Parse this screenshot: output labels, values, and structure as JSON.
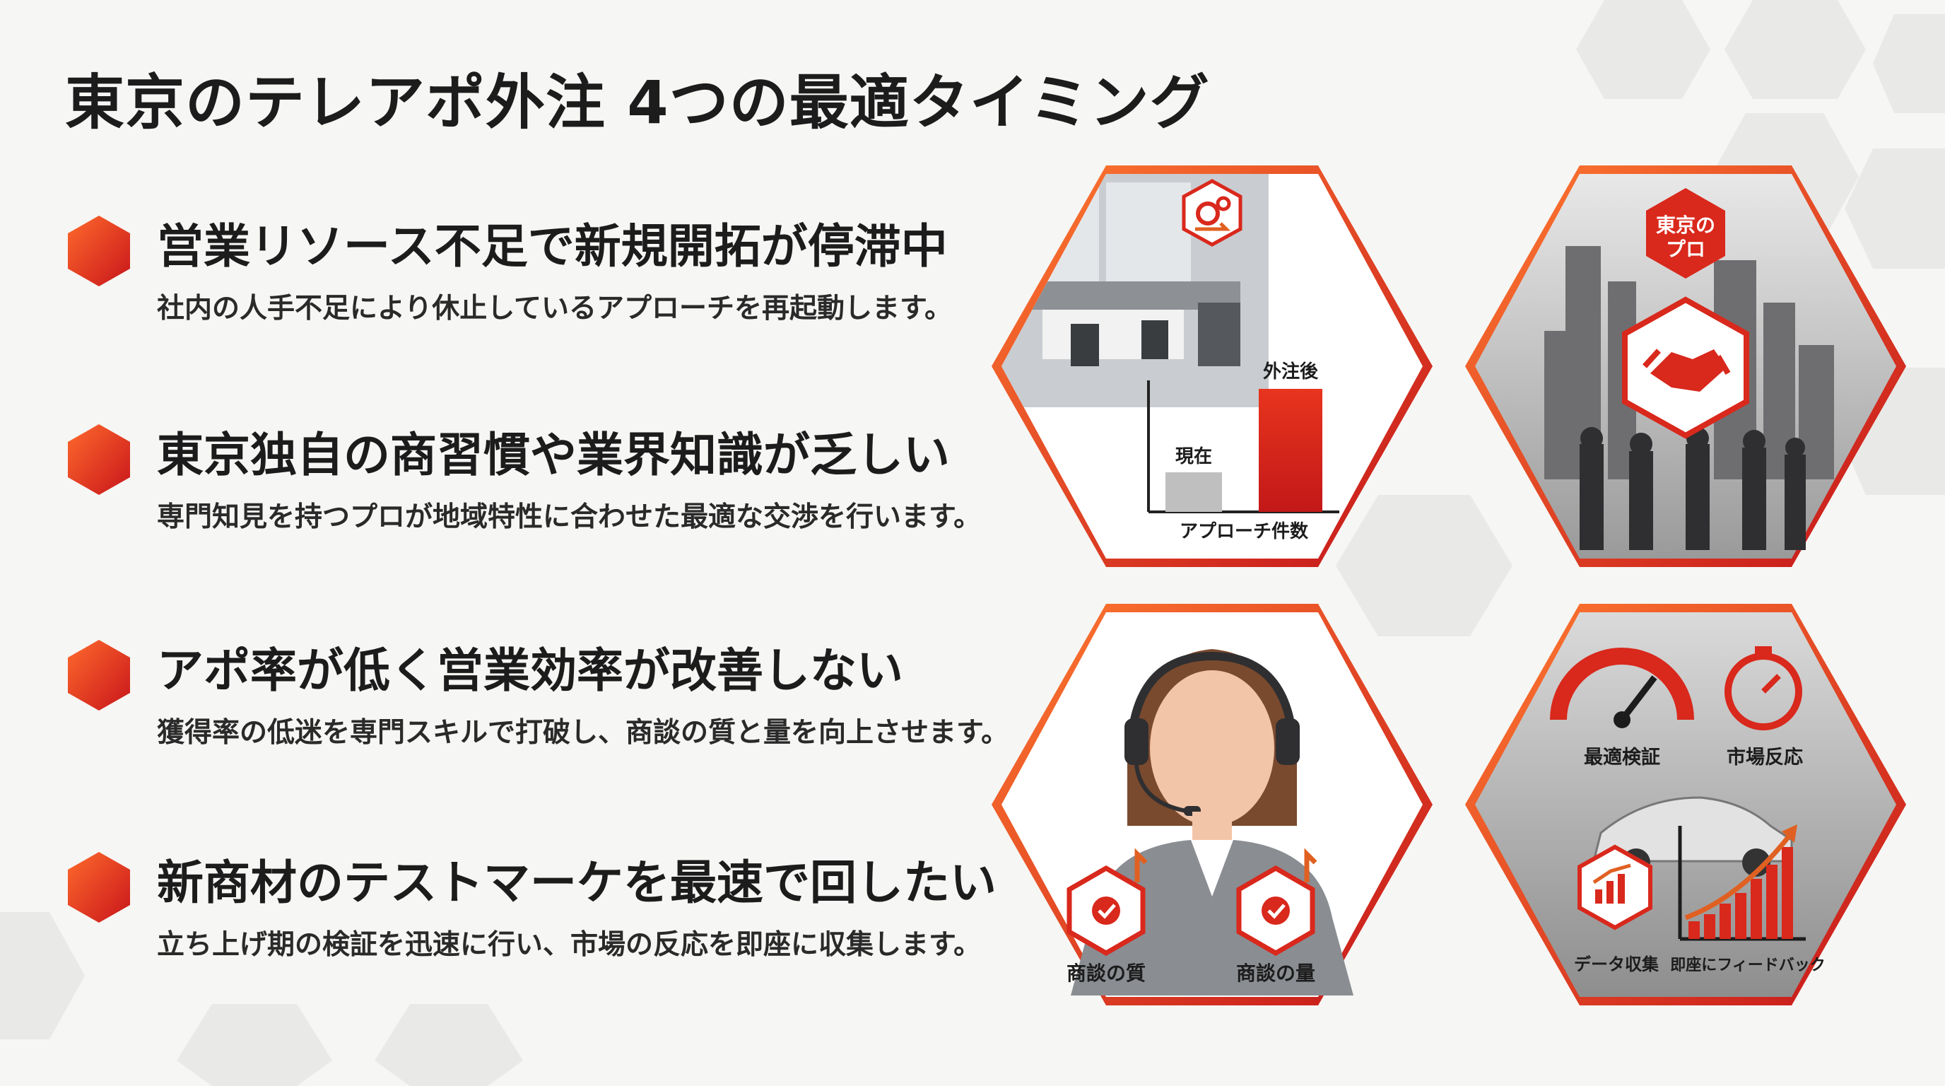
{
  "title": "東京のテレアポ外注 4つの最適タイミング",
  "accent_color": "#d9281c",
  "items": [
    {
      "heading": "営業リソース不足で新規開拓が停滞中",
      "desc": "社内の人手不足により休止しているアプローチを再起動します。"
    },
    {
      "heading": "東京独自の商習慣や業界知識が乏しい",
      "desc": "専門知見を持つプロが地域特性に合わせた最適な交渉を行います。"
    },
    {
      "heading": "アポ率が低く営業効率が改善しない",
      "desc": "獲得率の低迷を専門スキルで打破し、商談の質と量を向上させます。"
    },
    {
      "heading": "新商材のテストマーケを最速で回したい",
      "desc": "立ち上げ期の検証を迅速に行い、市場の反応を即座に収集します。"
    }
  ],
  "panels": {
    "p1": {
      "label_after": "外注後",
      "label_before": "現在",
      "axis_label": "アプローチ件数",
      "icon": "gear-arrow-icon"
    },
    "p2": {
      "badge_line1": "東京の",
      "badge_line2": "プロ",
      "icon": "handshake-icon"
    },
    "p3": {
      "label_quality": "商談の質",
      "label_quantity": "商談の量",
      "icon": "operator-headset-icon"
    },
    "p4": {
      "label_verify": "最適検証",
      "label_market": "市場反応",
      "label_data": "データ収集",
      "label_feedback": "即座にフィードバック",
      "icon": "gauge-icon"
    }
  }
}
